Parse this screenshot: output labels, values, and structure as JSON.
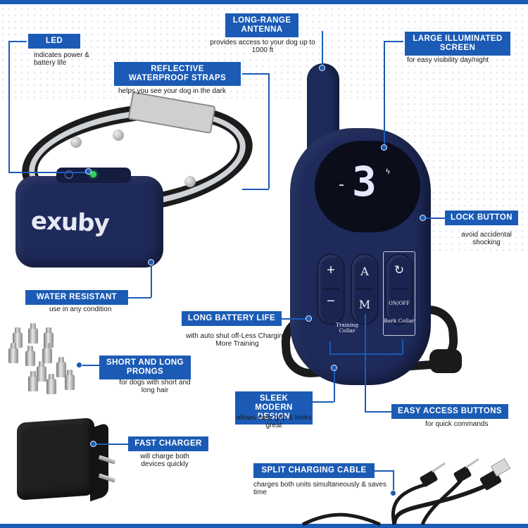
{
  "product": {
    "brand": "exuby",
    "screen_digit": "3",
    "remote_buttons": {
      "plus": "+",
      "minus": "−",
      "a": "A",
      "m": "M",
      "on_off": "ON/OFF",
      "training_collar": "Training Collar",
      "bark_collar": "Bark Collar"
    }
  },
  "callouts": {
    "led": {
      "title": "LED",
      "desc": "indicates power & battery life"
    },
    "reflective": {
      "title": "REFLECTIVE WATERPROOF STRAPS",
      "desc": "helps you see your dog in the dark"
    },
    "antenna": {
      "title": "LONG-RANGE ANTENNA",
      "desc": "provides access to your dog up to 1000 ft"
    },
    "screen": {
      "title": "LARGE ILLUMINATED SCREEN",
      "desc": "for easy visibility day/night"
    },
    "lock": {
      "title": "LOCK BUTTON",
      "desc": "avoid accidental shocking"
    },
    "water": {
      "title": "WATER RESISTANT",
      "desc": "use in any condition"
    },
    "battery": {
      "title": "LONG BATTERY LIFE",
      "desc": "with auto shut off-Less Charging, More Training"
    },
    "prongs": {
      "title": "SHORT AND LONG PRONGS",
      "desc": "for dogs with short and long hair"
    },
    "sleek": {
      "title": "SLEEK MODERN DESIGN",
      "desc": "allows easy grip & looks great"
    },
    "easy": {
      "title": "EASY ACCESS BUTTONS",
      "desc": "for quick commands"
    },
    "charger": {
      "title": "FAST CHARGER",
      "desc": "will charge both devices quickly"
    },
    "cable": {
      "title": "SPLIT CHARGING CABLE",
      "desc": "charges both units simultaneously & saves time"
    }
  },
  "colors": {
    "accent": "#1b5bb5",
    "device": "#1e2a5a",
    "led_green": "#31d35b"
  }
}
